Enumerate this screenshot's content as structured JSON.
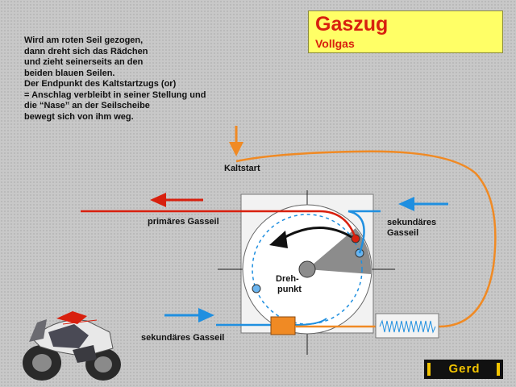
{
  "title": {
    "main": "Gaszug",
    "sub": "Vollgas"
  },
  "description": [
    "Wird am roten Seil gezogen,",
    "dann dreht sich das Rädchen",
    "und zieht seinerseits an den",
    "beiden blauen Seilen.",
    "Der Endpunkt des Kaltstartzugs (or)",
    "= Anschlag verbleibt in seiner Stellung und",
    "die “Nase” an der Seilscheibe",
    "bewegt sich von ihm weg."
  ],
  "labels": {
    "kaltstart": "Kaltstart",
    "primaer": "primäres Gasseil",
    "sekundaer_right_1": "sekundäres",
    "sekundaer_right_2": "Gasseil",
    "sekundaer_bottom": "sekundäres Gasseil",
    "drehpunkt_1": "Dreh-",
    "drehpunkt_2": "punkt"
  },
  "logo": {
    "text": "Gerd"
  },
  "colors": {
    "title_bg": "#ffff66",
    "title_text": "#d8200e",
    "red_cable": "#d8200e",
    "blue_cable": "#1f8fe0",
    "orange_cable": "#f08a24",
    "anchor_block": "#f08a24",
    "nose_segment": "#8c8c8c",
    "background": "#c8c8c8"
  }
}
